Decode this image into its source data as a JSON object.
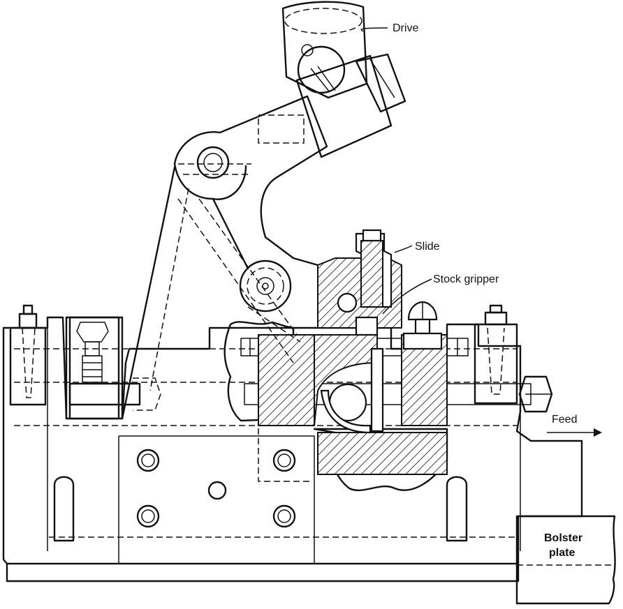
{
  "labels": {
    "drive": "Drive",
    "slide": "Slide",
    "stock_gripper": "Stock gripper",
    "feed": "Feed",
    "bolster_line1": "Bolster",
    "bolster_line2": "plate"
  }
}
